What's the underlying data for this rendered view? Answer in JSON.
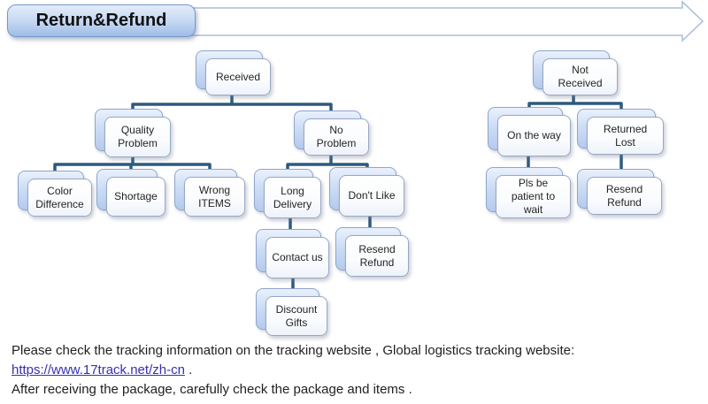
{
  "header": {
    "title": "Return&Refund"
  },
  "flowchart": {
    "nodes": {
      "received": {
        "label": "Received"
      },
      "quality_problem": {
        "label": "Quality Problem"
      },
      "no_problem": {
        "label": "No Problem"
      },
      "color_difference": {
        "label": "Color Difference"
      },
      "shortage": {
        "label": "Shortage"
      },
      "wrong_items": {
        "label": "Wrong ITEMS"
      },
      "long_delivery": {
        "label": "Long Delivery"
      },
      "dont_like": {
        "label": "Don't Like"
      },
      "contact_us": {
        "label": "Contact us"
      },
      "resend_refund_mid": {
        "label": "Resend Refund"
      },
      "discount_gifts": {
        "label": "Discount Gifts"
      },
      "not_received": {
        "label": "Not Received"
      },
      "on_the_way": {
        "label": "On the way"
      },
      "returned_lost": {
        "label": "Returned Lost"
      },
      "pls_be_patient": {
        "label": "Pls be patient to wait"
      },
      "resend_refund_right": {
        "label": "Resend Refund"
      }
    }
  },
  "footer": {
    "line1": "Please check the tracking information on the tracking website , Global logistics tracking website:",
    "link_text": "https://www.17track.net/zh-cn",
    "link_suffix": " .",
    "line3": "After receiving the package, carefully check the package and items ."
  },
  "colors": {
    "connector": "#2E5A7D",
    "node_back_top": "#eaf1fc",
    "node_back_bottom": "#b5caee",
    "node_border": "#98a8c2",
    "header_top": "#e3edfa",
    "header_bottom": "#9dbce6",
    "arrow_stroke": "#a9bdd5",
    "link": "#3431ae",
    "body_text": "#1f1f1f"
  }
}
